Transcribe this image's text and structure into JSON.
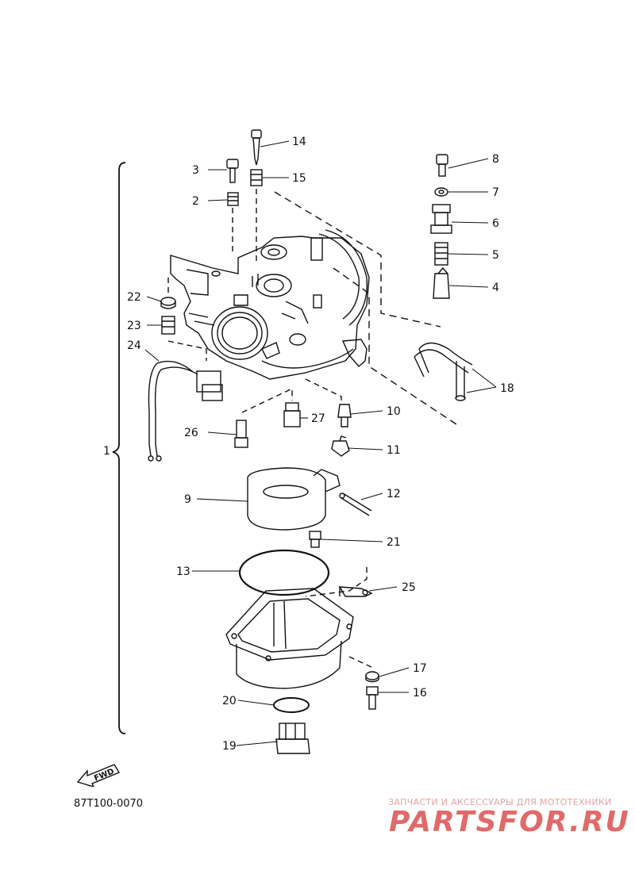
{
  "diagram": {
    "code": "87T100-0070",
    "fwd_label": "FWD",
    "watermark": {
      "tagline": "ЗАПЧАСТИ И АКСЕССУАРЫ ДЛЯ МОТОТЕХНИКИ",
      "logo": "PARTSFOR.RU"
    },
    "callouts": [
      {
        "id": "c1",
        "label": "1"
      },
      {
        "id": "c2",
        "label": "2"
      },
      {
        "id": "c3",
        "label": "3"
      },
      {
        "id": "c4",
        "label": "4"
      },
      {
        "id": "c5",
        "label": "5"
      },
      {
        "id": "c6",
        "label": "6"
      },
      {
        "id": "c7",
        "label": "7"
      },
      {
        "id": "c8",
        "label": "8"
      },
      {
        "id": "c9",
        "label": "9"
      },
      {
        "id": "c10",
        "label": "10"
      },
      {
        "id": "c11",
        "label": "11"
      },
      {
        "id": "c12",
        "label": "12"
      },
      {
        "id": "c13",
        "label": "13"
      },
      {
        "id": "c14",
        "label": "14"
      },
      {
        "id": "c15",
        "label": "15"
      },
      {
        "id": "c16",
        "label": "16"
      },
      {
        "id": "c17",
        "label": "17"
      },
      {
        "id": "c18",
        "label": "18"
      },
      {
        "id": "c19",
        "label": "19"
      },
      {
        "id": "c20",
        "label": "20"
      },
      {
        "id": "c21",
        "label": "21"
      },
      {
        "id": "c22",
        "label": "22"
      },
      {
        "id": "c23",
        "label": "23"
      },
      {
        "id": "c24",
        "label": "24"
      },
      {
        "id": "c25",
        "label": "25"
      },
      {
        "id": "c26",
        "label": "26"
      },
      {
        "id": "c27",
        "label": "27"
      }
    ]
  }
}
